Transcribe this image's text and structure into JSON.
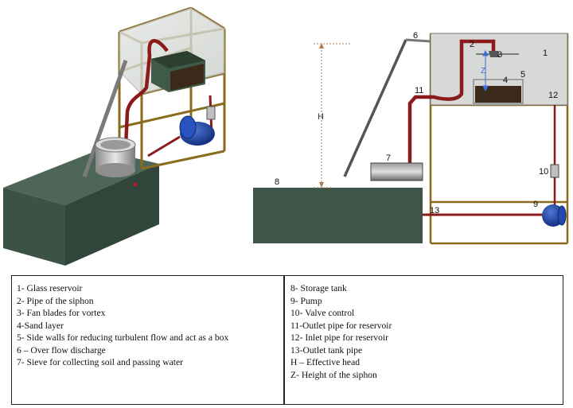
{
  "diagram": {
    "labels": {
      "n1": "1",
      "n2": "2",
      "n3": "3",
      "n4": "4",
      "n5": "5",
      "n6": "6",
      "n7": "7",
      "n8": "8",
      "n9": "9",
      "n10": "10",
      "n11": "11",
      "n12": "12",
      "n13": "13",
      "head": "H",
      "siphon_height": "Z"
    },
    "colors": {
      "tank_green": "#3e5649",
      "pipe_red": "#8b1a1a",
      "frame_brown": "#8a6a1c",
      "pump_blue": "#1f3f9a",
      "glass": "#d8dcd8",
      "sand": "#3b2a1a"
    }
  },
  "legend": {
    "left": [
      "1- Glass reservoir",
      "2- Pipe of the siphon",
      "3- Fan blades for vortex",
      "4-Sand layer",
      "5- Side walls for reducing turbulent flow and act as a box",
      "6 – Over flow discharge",
      "7- Sieve for collecting soil and passing water"
    ],
    "right": [
      "8- Storage tank",
      "9-  Pump",
      "10-  Valve control",
      "11-Outlet pipe for reservoir",
      "12- Inlet pipe for reservoir",
      "13-Outlet tank pipe",
      "H – Effective head",
      "Z- Height of the siphon"
    ]
  }
}
